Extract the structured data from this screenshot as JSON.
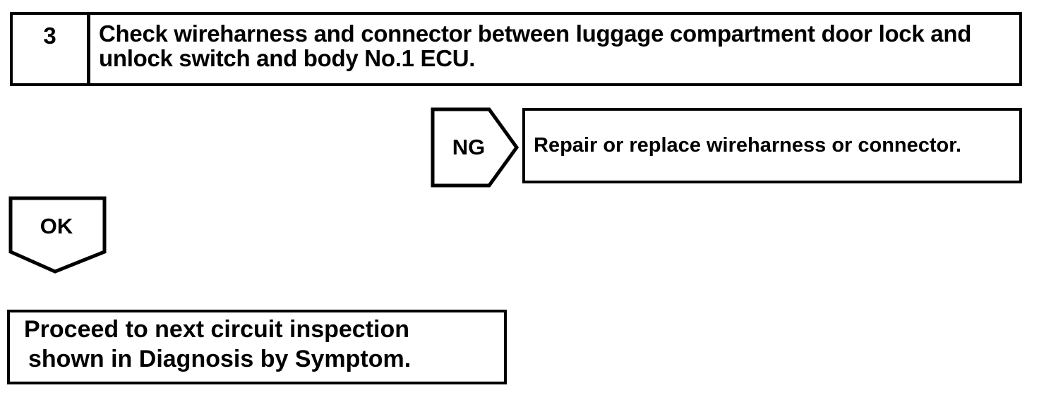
{
  "page": {
    "paper_color": "#ffffff",
    "ink_color": "#000000"
  },
  "flowchart": {
    "step_box": {
      "step_number": "3",
      "instruction_lines": [
        "Check wireharness and connector between luggage compartment door lock and",
        "unlock switch and body No.1 ECU."
      ]
    },
    "ng_branch": {
      "label": "NG",
      "action_text": "Repair or replace wireharness or connector."
    },
    "ok_branch": {
      "label": "OK",
      "result_lines": [
        "Proceed to next circuit inspection",
        "shown in Diagnosis by Symptom."
      ]
    }
  }
}
